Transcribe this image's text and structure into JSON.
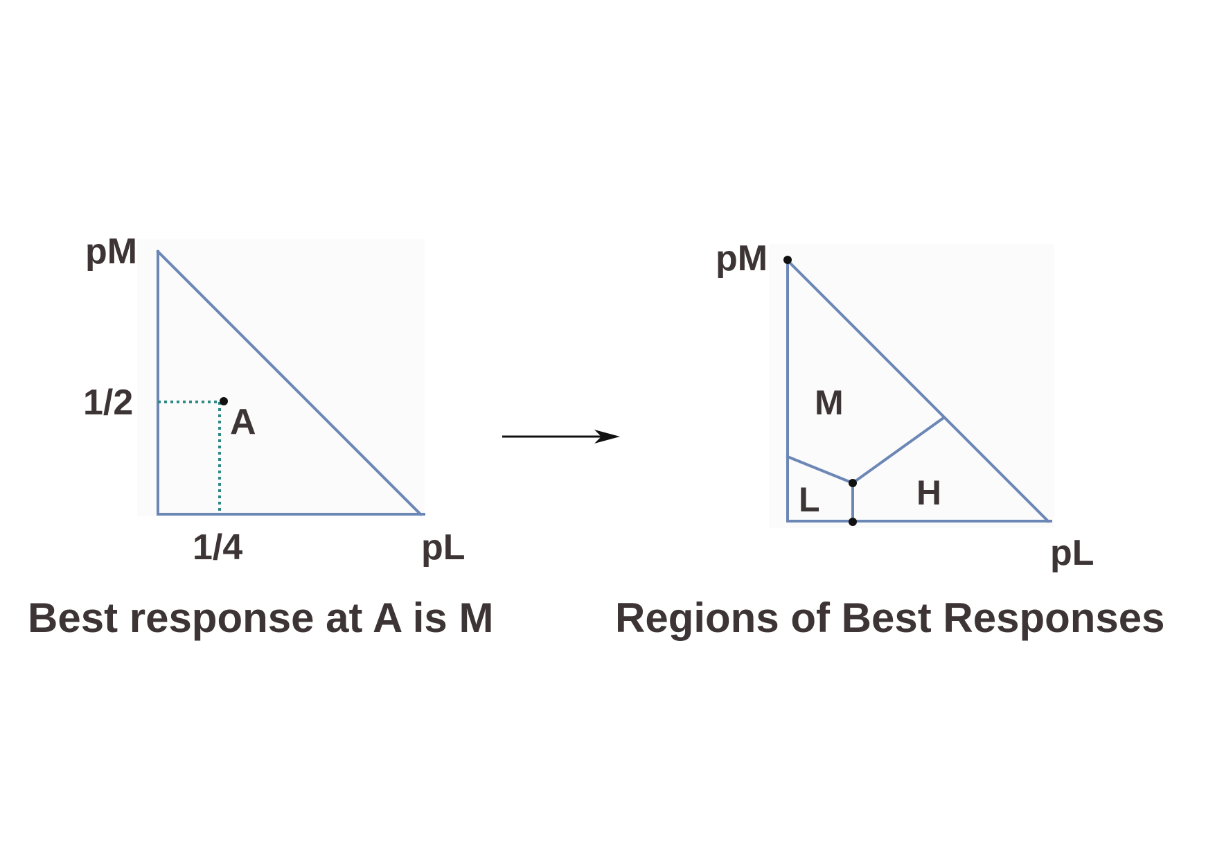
{
  "left_panel": {
    "axis_y_label": "pM",
    "axis_x_label": "pL",
    "tick_y": "1/2",
    "tick_x": "1/4",
    "point_label": "A",
    "caption": "Best response at A is M"
  },
  "right_panel": {
    "axis_y_label": "pM",
    "axis_x_label": "pL",
    "regions": {
      "m": "M",
      "l": "L",
      "h": "H"
    },
    "caption": "Regions of Best Responses"
  },
  "colors": {
    "edge": "#6c87b6",
    "guide": "#2f8a86",
    "text": "#3d3535",
    "dot": "#111111"
  }
}
